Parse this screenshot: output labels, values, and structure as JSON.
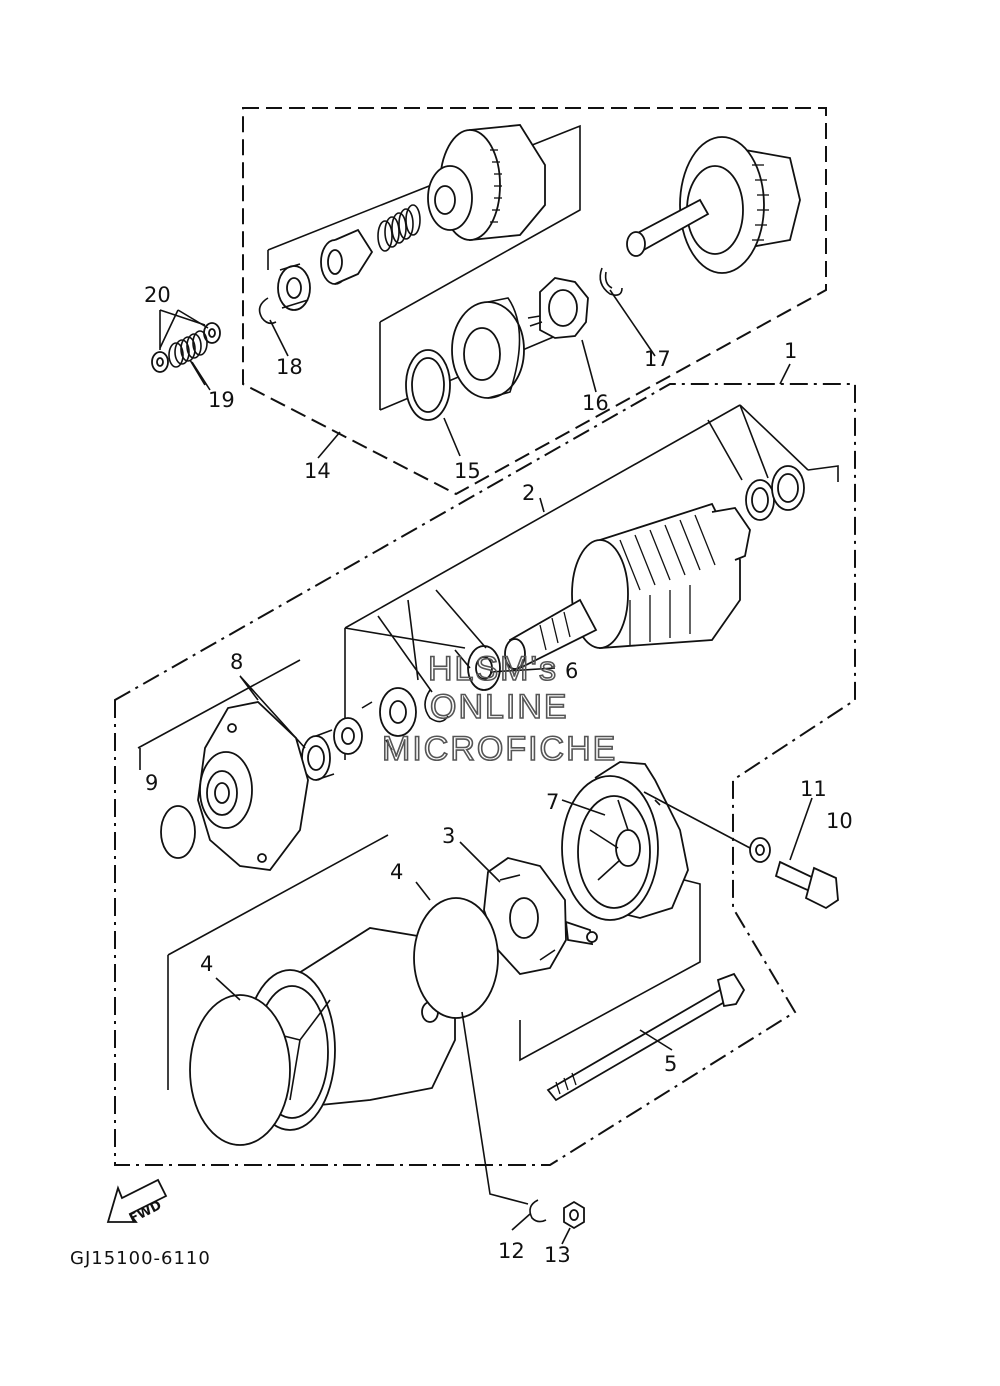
{
  "diagram": {
    "code": "GJ15100-6110",
    "fwd_label": "FWD",
    "watermark": [
      "HLSM's",
      "ONLINE",
      "MICROFICHE"
    ],
    "callouts": {
      "c1": "1",
      "c2": "2",
      "c3": "3",
      "c4a": "4",
      "c4b": "4",
      "c5": "5",
      "c6": "6",
      "c7": "7",
      "c8": "8",
      "c9": "9",
      "c10": "10",
      "c11": "11",
      "c12": "12",
      "c13": "13",
      "c14": "14",
      "c15": "15",
      "c16": "16",
      "c17": "17",
      "c18": "18",
      "c19": "19",
      "c20": "20"
    }
  }
}
